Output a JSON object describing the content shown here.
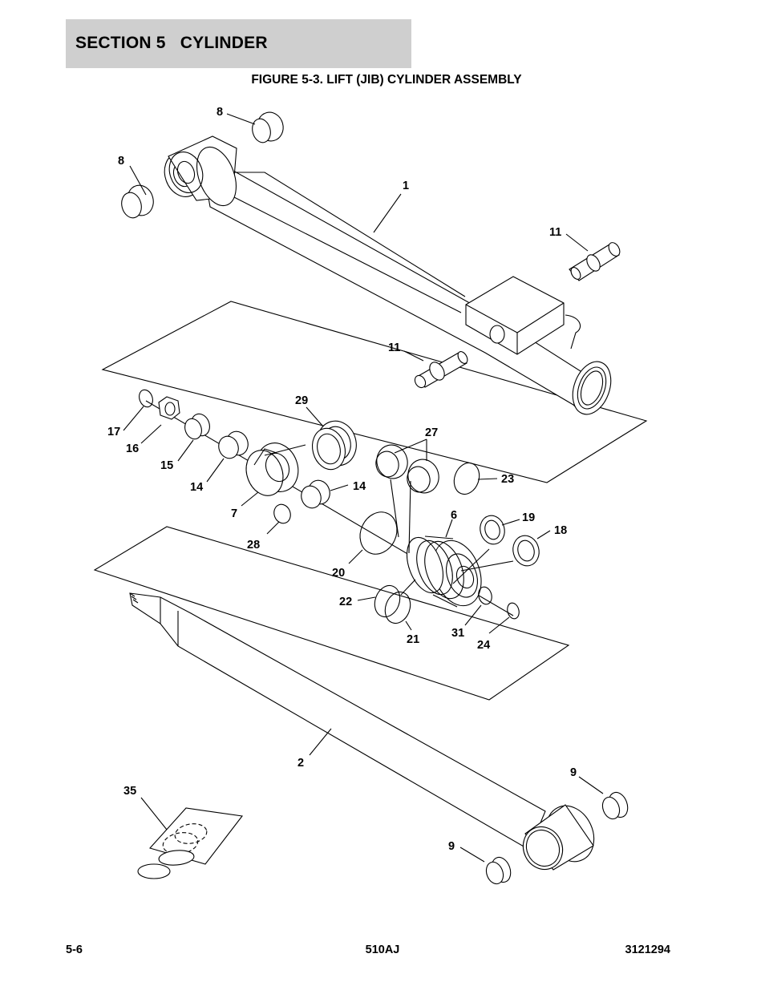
{
  "header": {
    "section_title": "SECTION 5   CYLINDER"
  },
  "figure": {
    "title": "FIGURE 5-3. LIFT (JIB) CYLINDER ASSEMBLY"
  },
  "callouts": [
    {
      "id": "c8a",
      "label": "8"
    },
    {
      "id": "c8b",
      "label": "8"
    },
    {
      "id": "c1",
      "label": "1"
    },
    {
      "id": "c11a",
      "label": "11"
    },
    {
      "id": "c11b",
      "label": "11"
    },
    {
      "id": "c29",
      "label": "29"
    },
    {
      "id": "c27",
      "label": "27"
    },
    {
      "id": "c17",
      "label": "17"
    },
    {
      "id": "c16",
      "label": "16"
    },
    {
      "id": "c15",
      "label": "15"
    },
    {
      "id": "c14a",
      "label": "14"
    },
    {
      "id": "c14b",
      "label": "14"
    },
    {
      "id": "c7",
      "label": "7"
    },
    {
      "id": "c23",
      "label": "23"
    },
    {
      "id": "c6",
      "label": "6"
    },
    {
      "id": "c19",
      "label": "19"
    },
    {
      "id": "c18",
      "label": "18"
    },
    {
      "id": "c28",
      "label": "28"
    },
    {
      "id": "c20",
      "label": "20"
    },
    {
      "id": "c22",
      "label": "22"
    },
    {
      "id": "c21",
      "label": "21"
    },
    {
      "id": "c31",
      "label": "31"
    },
    {
      "id": "c24",
      "label": "24"
    },
    {
      "id": "c2",
      "label": "2"
    },
    {
      "id": "c9a",
      "label": "9"
    },
    {
      "id": "c35",
      "label": "35"
    },
    {
      "id": "c9b",
      "label": "9"
    }
  ],
  "footer": {
    "page_number": "5-6",
    "model": "510AJ",
    "document_number": "3121294"
  }
}
